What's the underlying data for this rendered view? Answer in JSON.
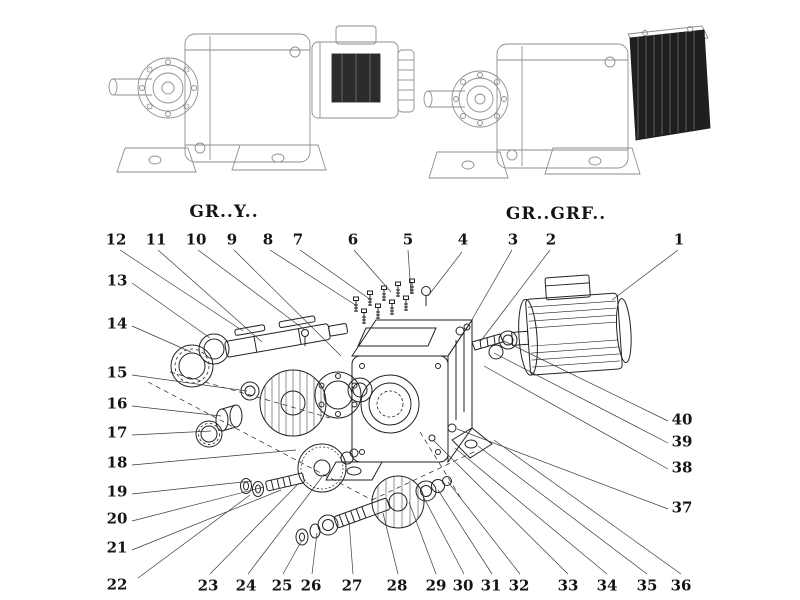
{
  "figure": {
    "titles": {
      "left": "GR..Y..",
      "right": "GR..GRF.."
    },
    "callouts": {
      "top": [
        "12",
        "11",
        "10",
        "9",
        "8",
        "7",
        "6",
        "5",
        "4",
        "3",
        "2",
        "1"
      ],
      "left": [
        "13",
        "14",
        "15",
        "16",
        "17",
        "18",
        "19",
        "20",
        "21",
        "22"
      ],
      "bottom": [
        "23",
        "24",
        "25",
        "26",
        "27",
        "28",
        "29",
        "30",
        "31",
        "32",
        "33",
        "34",
        "35",
        "36"
      ],
      "right": [
        "40",
        "39",
        "38",
        "37"
      ]
    }
  }
}
